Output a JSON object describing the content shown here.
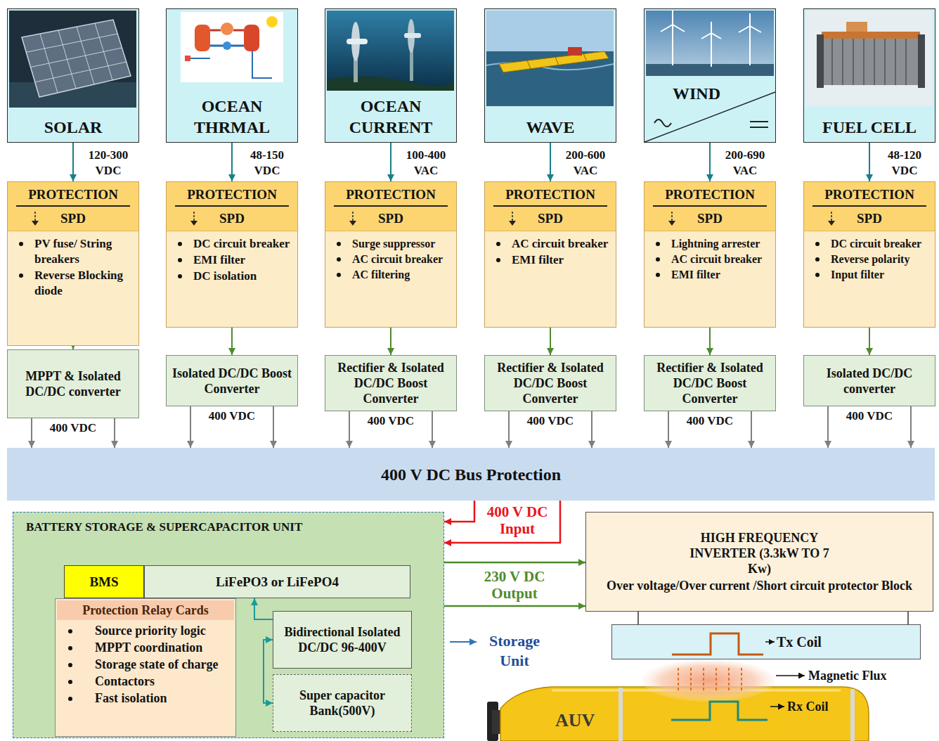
{
  "diagram": {
    "nodes": [
      {
        "text": [
          "SOLAR"
        ]
      },
      {
        "text": [
          "OCEAN THRMAL"
        ]
      },
      {
        "text": [
          "OCEAN CURRENT"
        ]
      },
      {
        "text": [
          "WAVE"
        ]
      },
      {
        "text": [
          "WIND"
        ]
      },
      {
        "text": [
          "FUEL CELL"
        ]
      },
      {
        "text": [
          "PROTECTION",
          "SPD",
          "PV fuse/ String breakers",
          "Reverse Blocking diode"
        ]
      },
      {
        "text": [
          "PROTECTION",
          "SPD",
          "DC circuit breaker",
          "EMI filter",
          "DC isolation"
        ]
      },
      {
        "text": [
          "PROTECTION",
          "SPD",
          "Surge suppressor",
          "AC circuit breaker",
          "AC filtering"
        ]
      },
      {
        "text": [
          "PROTECTION",
          "SPD",
          "AC circuit breaker",
          "EMI filter"
        ]
      },
      {
        "text": [
          "PROTECTION",
          "SPD",
          "Lightning arrester",
          "AC circuit breaker",
          "EMI filter"
        ]
      },
      {
        "text": [
          "PROTECTION",
          "SPD",
          "DC circuit breaker",
          "Reverse polarity",
          "Input filter"
        ]
      },
      {
        "text": [
          "MPPT & Isolated DC/DC converter"
        ]
      },
      {
        "text": [
          "Isolated DC/DC Boost Converter"
        ]
      },
      {
        "text": [
          "Rectifier & Isolated DC/DC Boost Converter"
        ]
      },
      {
        "text": [
          "Rectifier & Isolated DC/DC Boost Converter"
        ]
      },
      {
        "text": [
          "Rectifier & Isolated DC/DC Boost Converter"
        ]
      },
      {
        "text": [
          "Isolated DC/DC converter"
        ]
      },
      {
        "text": [
          "400 V DC Bus Protection"
        ]
      },
      {
        "text": [
          "BATTERY STORAGE & SUPERCAPACITOR UNIT"
        ]
      },
      {
        "text": [
          "BMS"
        ],
        "in": 19
      },
      {
        "text": [
          "LiFePO3 or LiFePO4"
        ],
        "in": 19
      },
      {
        "text": [
          "Protection Relay Cards",
          "Source priority logic",
          "MPPT coordination",
          "Storage state of charge",
          "Contactors",
          "Fast isolation"
        ],
        "in": 19
      },
      {
        "text": [
          "Bidirectional Isolated DC/DC 96-400V"
        ],
        "in": 19
      },
      {
        "text": [
          "Super capacitor Bank(500V)"
        ],
        "in": 19
      },
      {
        "text": [
          "HIGH FREQUENCY INVERTER (3.3kW TO 7 Kw)",
          "Over voltage/Over current /Short circuit protector Block"
        ]
      },
      {
        "text": [
          "Tx Coil"
        ]
      }
    ],
    "edges": [
      {
        "from": 0,
        "to": 6,
        "label": "120-300 VDC",
        "arrow": "to"
      },
      {
        "from": 1,
        "to": 7,
        "label": "48-150 VDC",
        "arrow": "to"
      },
      {
        "from": 2,
        "to": 8,
        "label": "100-400 VAC",
        "arrow": "to"
      },
      {
        "from": 3,
        "to": 9,
        "label": "200-600 VAC",
        "arrow": "to"
      },
      {
        "from": 4,
        "to": 10,
        "label": "200-690 VAC",
        "arrow": "to"
      },
      {
        "from": 5,
        "to": 11,
        "label": "48-120 VDC",
        "arrow": "to"
      },
      {
        "from": 6,
        "to": 12,
        "arrow": "to"
      },
      {
        "from": 7,
        "to": 13,
        "arrow": "to"
      },
      {
        "from": 8,
        "to": 14,
        "arrow": "to"
      },
      {
        "from": 9,
        "to": 15,
        "arrow": "to"
      },
      {
        "from": 10,
        "to": 16,
        "arrow": "to"
      },
      {
        "from": 11,
        "to": 17,
        "arrow": "to"
      },
      {
        "from": 12,
        "to": 18,
        "label": "400 VDC",
        "arrow": "to"
      },
      {
        "from": 12,
        "to": 18,
        "arrow": "to"
      },
      {
        "from": 13,
        "to": 18,
        "label": "400 VDC",
        "arrow": "to"
      },
      {
        "from": 13,
        "to": 18,
        "arrow": "to"
      },
      {
        "from": 14,
        "to": 18,
        "label": "400 VDC",
        "arrow": "to"
      },
      {
        "from": 14,
        "to": 18,
        "arrow": "to"
      },
      {
        "from": 15,
        "to": 18,
        "label": "400 VDC",
        "arrow": "to"
      },
      {
        "from": 15,
        "to": 18,
        "arrow": "to"
      },
      {
        "from": 16,
        "to": 18,
        "label": "400 VDC",
        "arrow": "to"
      },
      {
        "from": 16,
        "to": 18,
        "arrow": "to"
      },
      {
        "from": 17,
        "to": 18,
        "label": "400 VDC",
        "arrow": "to"
      },
      {
        "from": 17,
        "to": 18,
        "arrow": "to"
      },
      {
        "from": 18,
        "to": 19,
        "label": "400 V DC Input",
        "arrow": "to"
      },
      {
        "from": 18,
        "to": 19,
        "arrow": "to"
      },
      {
        "from": 19,
        "to": 25,
        "label": "230 V DC Output",
        "arrow": "to"
      },
      {
        "from": 19,
        "to": 25,
        "arrow": "to"
      },
      {
        "from": 23,
        "to": 21,
        "arrow": "to"
      },
      {
        "from": 24,
        "to": 23,
        "arrow": "both"
      },
      {
        "from": 25,
        "to": 26,
        "arrow": "none"
      },
      {
        "from": 25,
        "to": 26,
        "arrow": "none"
      }
    ],
    "labels": [
      "Storage Unit",
      "Magnetic Flux",
      "Rx Coil",
      "AUV"
    ]
  }
}
